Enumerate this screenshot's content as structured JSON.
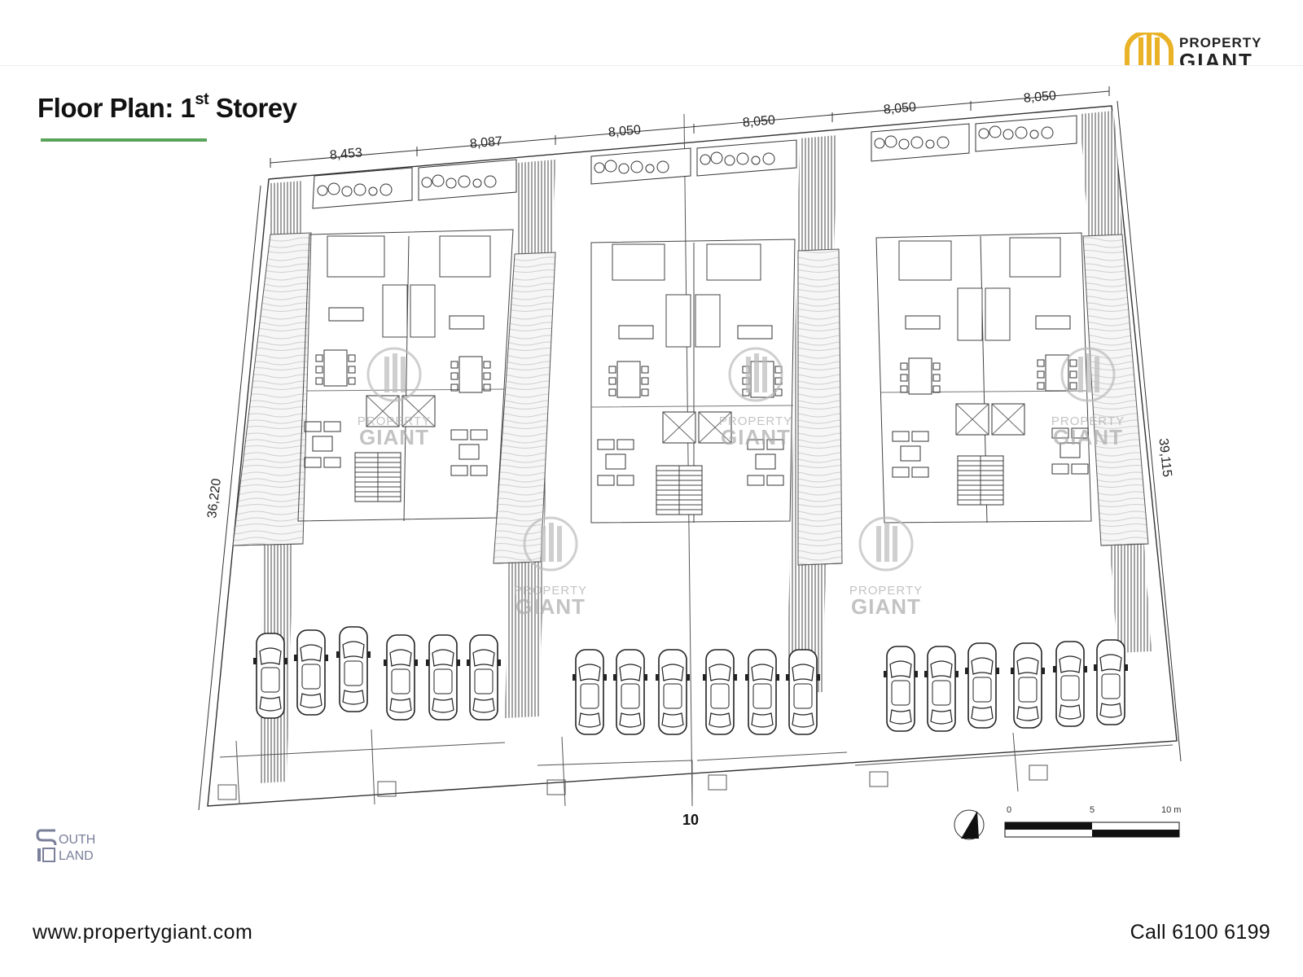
{
  "brand": {
    "line1": "PROPERTY",
    "line2": "GIANT",
    "gold": "#e9b227"
  },
  "heading": {
    "title_prefix": "Floor Plan:  1",
    "title_sup": "st",
    "title_suffix": " Storey",
    "underline_color": "#5aa35a"
  },
  "plan": {
    "top_dimensions": [
      "8,453",
      "8,087",
      "8,050",
      "8,050",
      "8,050",
      "8,050"
    ],
    "left_dimension": "36,220",
    "right_dimension": "39,115",
    "bottom_label": "10",
    "scale_labels": [
      "0",
      "5",
      "10 m"
    ]
  },
  "watermark": {
    "line1": "PROPERTY",
    "line2": "GIANT"
  },
  "developer_logo": {
    "line1": "OUTH",
    "line2": "LAND",
    "color": "#7a7f9a"
  },
  "footer": {
    "website": "www.propertygiant.com",
    "phone": "Call 6100 6199"
  }
}
